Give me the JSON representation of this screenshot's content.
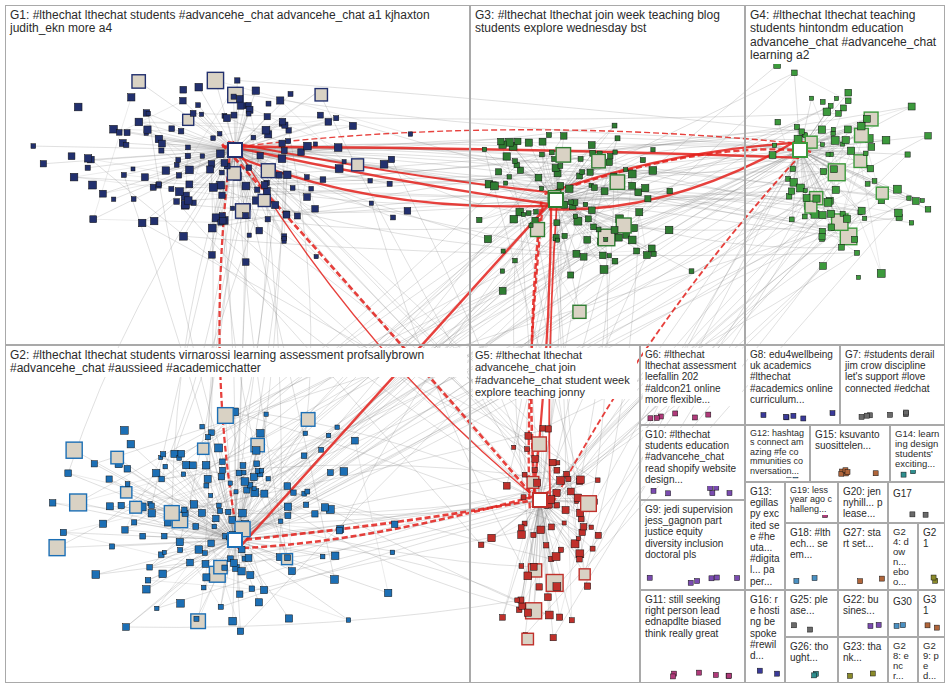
{
  "diagram": {
    "nodes": [
      {
        "text": [
          "G1: #lthechat lthechat students #advancehe_chat advancehe_chat a1 kjhaxton judith_ekn more a4"
        ]
      },
      {
        "text": [
          "G3: #lthechat lthechat join week teaching blog students explore wednesday bst"
        ]
      },
      {
        "text": [
          "G4: #lthechat lthechat teaching students hintondm education advancehe_chat #advancehe_chat learning a2"
        ]
      },
      {
        "text": [
          "G2: #lthechat lthechat students virnarossi learning assessment profsallybrown #advancehe_chat #aussieed #academicchatter"
        ]
      },
      {
        "text": [
          "G5: #lthechat lthechat advancehe_chat join #advancehe_chat student week explore teaching jonny"
        ]
      },
      {
        "text": [
          "G6: #lthechat lthechat assessment leefallin 202 #aldcon21 online more flexible..."
        ]
      },
      {
        "text": [
          "G8: edu4wellbeing uk academics #lthechat #academics online curriculum..."
        ]
      },
      {
        "text": [
          "G7: #students derail jim crow discipline let's support #love connected #edchat"
        ]
      },
      {
        "text": [
          "G10: #lthechat students education #advancehe_chat read shopify website design..."
        ]
      },
      {
        "text": [
          "G12: hashtags connect amazing #fe communities conversation..."
        ]
      },
      {
        "text": [
          "G15: ksuvanto suosittelen..."
        ]
      },
      {
        "text": [
          "G14: learning design students' exciting..."
        ]
      },
      {
        "text": [
          "G13: egillaspy excited see #heuta... #digital... paper..."
        ]
      },
      {
        "text": [
          "G19: less year ago challeng..."
        ]
      },
      {
        "text": [
          "G20: jennyhill... please..."
        ]
      },
      {
        "text": [
          "G17"
        ]
      },
      {
        "text": [
          "G9: jedi supervision jess_gagnon part justice equity diversity inclusion doctoral pls"
        ]
      },
      {
        "text": [
          "G18: #lthech... seem..."
        ]
      },
      {
        "text": [
          "G27: start set..."
        ]
      },
      {
        "text": [
          "G24: down... eboo..."
        ]
      },
      {
        "text": [
          "G21"
        ]
      },
      {
        "text": [
          "G11: still seeking right person lead ednapdlte biased think really great"
        ]
      },
      {
        "text": [
          "G16: re hosting bespoke #rewild..."
        ]
      },
      {
        "text": [
          "G25: please..."
        ]
      },
      {
        "text": [
          "G22: busines..."
        ]
      },
      {
        "text": [
          "G30"
        ]
      },
      {
        "text": [
          "G31"
        ]
      },
      {
        "text": [
          "G26: thought..."
        ]
      },
      {
        "text": [
          "G23: thank..."
        ]
      },
      {
        "text": [
          "G28: encr..."
        ]
      },
      {
        "text": [
          "G29: ped..."
        ]
      }
    ]
  }
}
